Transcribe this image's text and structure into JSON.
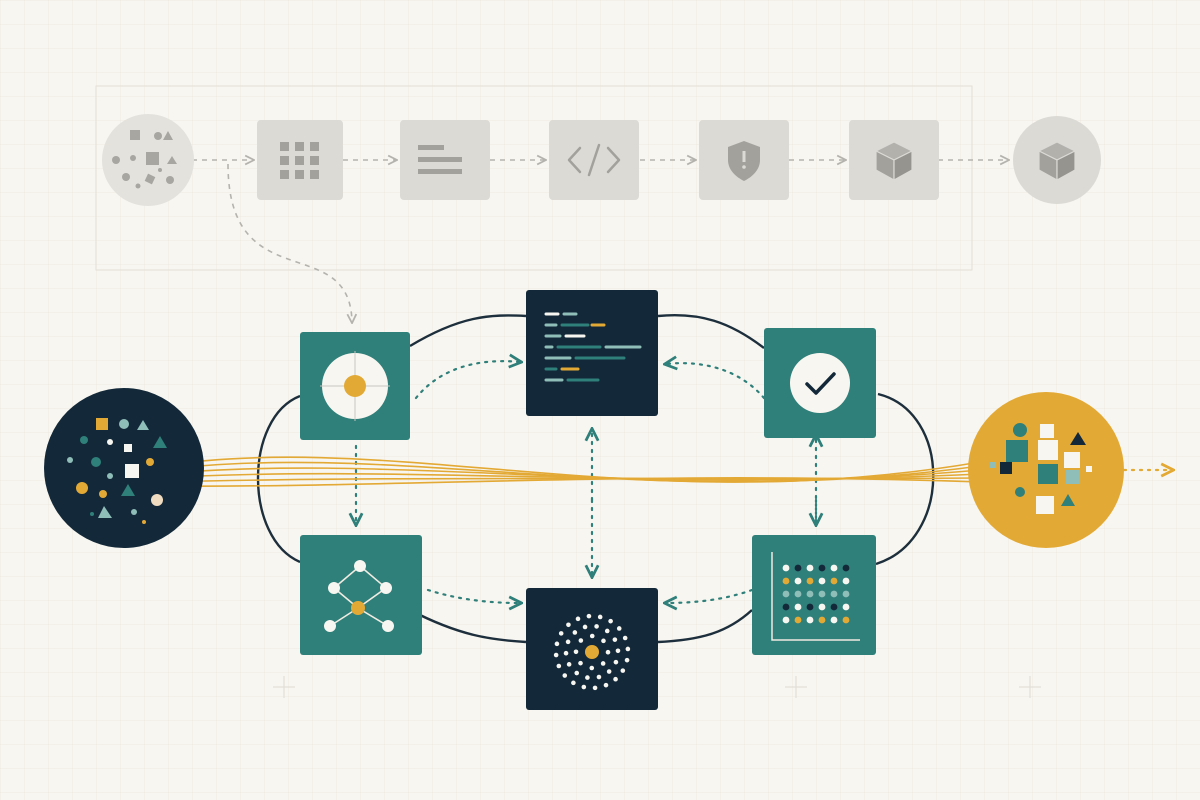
{
  "colors": {
    "background": "#f8f6f0",
    "navy": "#13293a",
    "teal": "#2f7f7a",
    "gold": "#e3a935",
    "pale_teal": "#8fbdb8",
    "grey_box": "#dcdad5",
    "grey_icon": "#a3a19c",
    "grey_line": "#b5b3ae",
    "loop_line": "#1d2f3c",
    "white": "#f8f6f0"
  },
  "top_pipeline": {
    "nodes": [
      {
        "name": "scattered-shapes-circle",
        "icon": "scatter-icon"
      },
      {
        "name": "grid-box",
        "icon": "grid-icon"
      },
      {
        "name": "list-box",
        "icon": "list-icon"
      },
      {
        "name": "code-box",
        "icon": "code-icon"
      },
      {
        "name": "shield-box",
        "icon": "shield-icon"
      },
      {
        "name": "cube-box",
        "icon": "cube-icon"
      },
      {
        "name": "cube-circle",
        "icon": "cube-icon"
      }
    ],
    "arrows": 6
  },
  "loop_nodes": [
    {
      "name": "target-node",
      "icon": "target-icon",
      "color": "teal"
    },
    {
      "name": "code-editor-node",
      "icon": "code-lines-icon",
      "color": "navy"
    },
    {
      "name": "check-node",
      "icon": "check-icon",
      "color": "teal"
    },
    {
      "name": "graph-node",
      "icon": "network-graph-icon",
      "color": "teal"
    },
    {
      "name": "radial-dots-node",
      "icon": "radial-dots-icon",
      "color": "navy"
    },
    {
      "name": "dot-matrix-node",
      "icon": "dot-matrix-chart-icon",
      "color": "teal"
    }
  ],
  "endpoints": {
    "input": {
      "name": "input-scatter-circle",
      "icon": "scatter-icon",
      "color": "navy"
    },
    "output": {
      "name": "output-organized-circle",
      "icon": "organized-shapes-icon",
      "color": "gold"
    }
  },
  "flow_strands": 6
}
